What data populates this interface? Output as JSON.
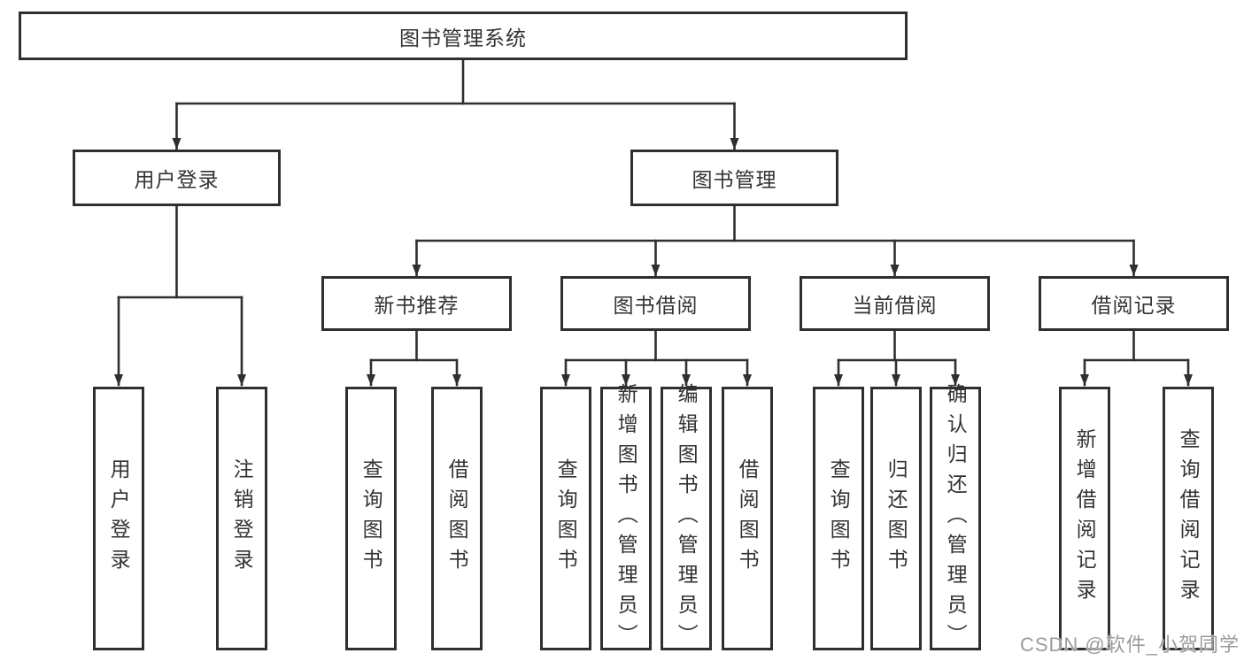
{
  "diagram": {
    "root": {
      "label": "图书管理系统"
    },
    "branches": [
      {
        "label": "用户登录",
        "children": [
          {
            "label": "用户登录"
          },
          {
            "label": "注销登录"
          }
        ]
      },
      {
        "label": "图书管理",
        "children": [
          {
            "label": "新书推荐",
            "children": [
              {
                "label": "查询图书"
              },
              {
                "label": "借阅图书"
              }
            ]
          },
          {
            "label": "图书借阅",
            "children": [
              {
                "label": "查询图书"
              },
              {
                "label": "新增图书（管理员）"
              },
              {
                "label": "编辑图书（管理员）"
              },
              {
                "label": "借阅图书"
              }
            ]
          },
          {
            "label": "当前借阅",
            "children": [
              {
                "label": "查询图书"
              },
              {
                "label": "归还图书"
              },
              {
                "label": "确认归还（管理员）"
              }
            ]
          },
          {
            "label": "借阅记录",
            "children": [
              {
                "label": "新增借阅记录"
              },
              {
                "label": "查询借阅记录"
              }
            ]
          }
        ]
      }
    ]
  },
  "watermark": {
    "text": "CSDN @软件_小贺同学"
  },
  "colors": {
    "line": "#2f2f2f",
    "border": "#2f2f2f",
    "text": "#333333",
    "background": "#ffffff",
    "watermark": "#9c9c9c"
  }
}
